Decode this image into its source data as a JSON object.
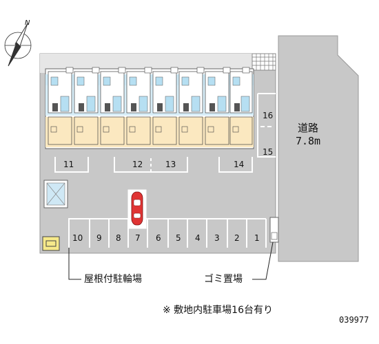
{
  "compass": {
    "north_label": "N"
  },
  "road": {
    "name": "道路",
    "width": "7.8m"
  },
  "parking_spaces": [
    "1",
    "2",
    "3",
    "4",
    "5",
    "6",
    "7",
    "8",
    "9",
    "10",
    "11",
    "12",
    "13",
    "14",
    "15",
    "16"
  ],
  "labels": {
    "bike_parking": "屋根付駐輪場",
    "garbage": "ゴミ置場"
  },
  "note": "※ 敷地内駐車場16台有り",
  "ref_number": "039977"
}
